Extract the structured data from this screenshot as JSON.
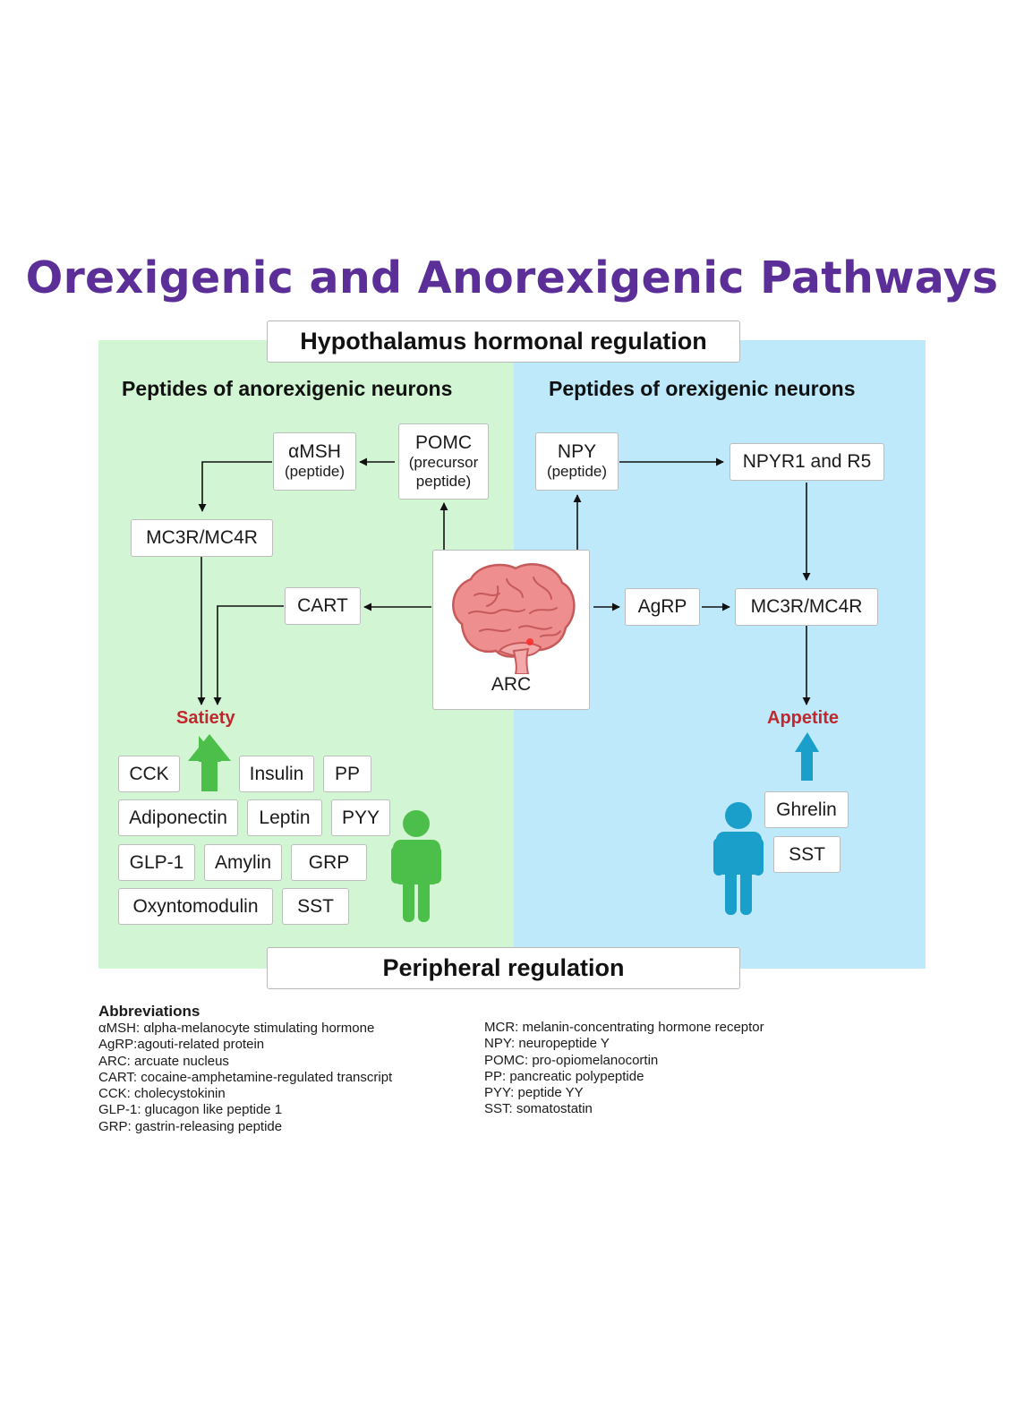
{
  "title": "Orexigenic and Anorexigenic Pathways",
  "banners": {
    "top": "Hypothalamus hormonal regulation",
    "bottom": "Peripheral regulation"
  },
  "sections": {
    "anorexigenic": "Peptides of anorexigenic neurons",
    "orexigenic": "Peptides of orexigenic neurons"
  },
  "nodes": {
    "amsh": {
      "label": "αMSH",
      "sub": "(peptide)"
    },
    "pomc": {
      "label": "POMC",
      "sub1": "(precursor",
      "sub2": "peptide)"
    },
    "mc3r_left": "MC3R/MC4R",
    "cart": "CART",
    "arc": "ARC",
    "npy": {
      "label": "NPY",
      "sub": "(peptide)"
    },
    "npyr": "NPYR1 and R5",
    "agrp": "AgRP",
    "mc3r_right": "MC3R/MC4R"
  },
  "outcomes": {
    "satiety": "Satiety",
    "appetite": "Appetite"
  },
  "peripheral_left": [
    "CCK",
    "Insulin",
    "PP",
    "Adiponectin",
    "Leptin",
    "PYY",
    "GLP-1",
    "Amylin",
    "GRP",
    "Oxyntomodulin",
    "SST"
  ],
  "peripheral_right": [
    "Ghrelin",
    "SST"
  ],
  "colors": {
    "title": "#5b2e98",
    "green_panel": "#d2f6d3",
    "blue_panel": "#bde9fb",
    "green_arrow": "#4cbf4a",
    "blue_arrow": "#1a9fcb",
    "outcome_text": "#c0282d",
    "person_green": "#4cbf4a",
    "person_blue": "#1a9fcb"
  },
  "abbreviations": {
    "heading": "Abbreviations",
    "col1": [
      "αMSH: αlpha-melanocyte stimulating hormone",
      "AgRP:agouti-related protein",
      "ARC: arcuate nucleus",
      "CART: cocaine-amphetamine-regulated transcript",
      "CCK: cholecystokinin",
      "GLP-1: glucagon like peptide 1",
      "GRP: gastrin-releasing peptide"
    ],
    "col2": [
      "MCR: melanin-concentrating hormone receptor",
      "NPY: neuropeptide Y",
      "POMC: pro-opiomelanocortin",
      "PP: pancreatic polypeptide",
      "PYY: peptide YY",
      "SST: somatostatin"
    ]
  }
}
